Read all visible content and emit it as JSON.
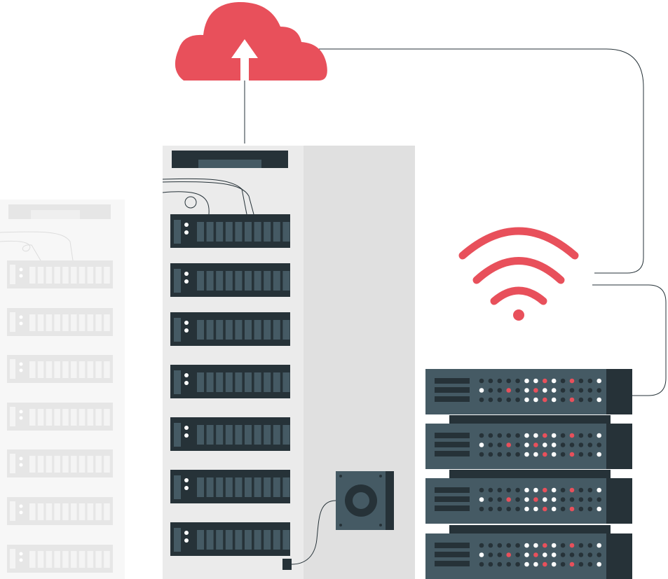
{
  "illustration": {
    "subject": "cloud-upload-server-rack",
    "colors": {
      "accent": "#e8505b",
      "dark": "#263238",
      "slate": "#455a64",
      "rack_light": "#ebebeb",
      "rack_shade": "#e0e0e0",
      "faded": "#e6e6e6",
      "white": "#ffffff"
    },
    "main_rack_units": 7,
    "faded_rack_units": 7,
    "network_servers": 4
  }
}
